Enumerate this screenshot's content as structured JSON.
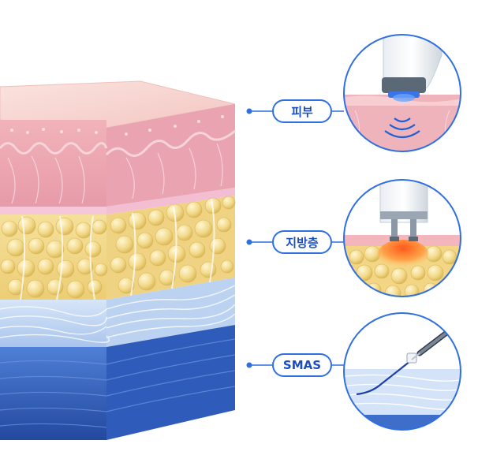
{
  "labels": {
    "skin": "피부",
    "fat": "지방층",
    "smas": "SMAS"
  },
  "colors": {
    "accent": "#2f6fe0",
    "skin": "#f3b8bf",
    "fat": "#f2d98a",
    "smas": "#a9c6ef",
    "muscle": "#2c5bc4"
  }
}
